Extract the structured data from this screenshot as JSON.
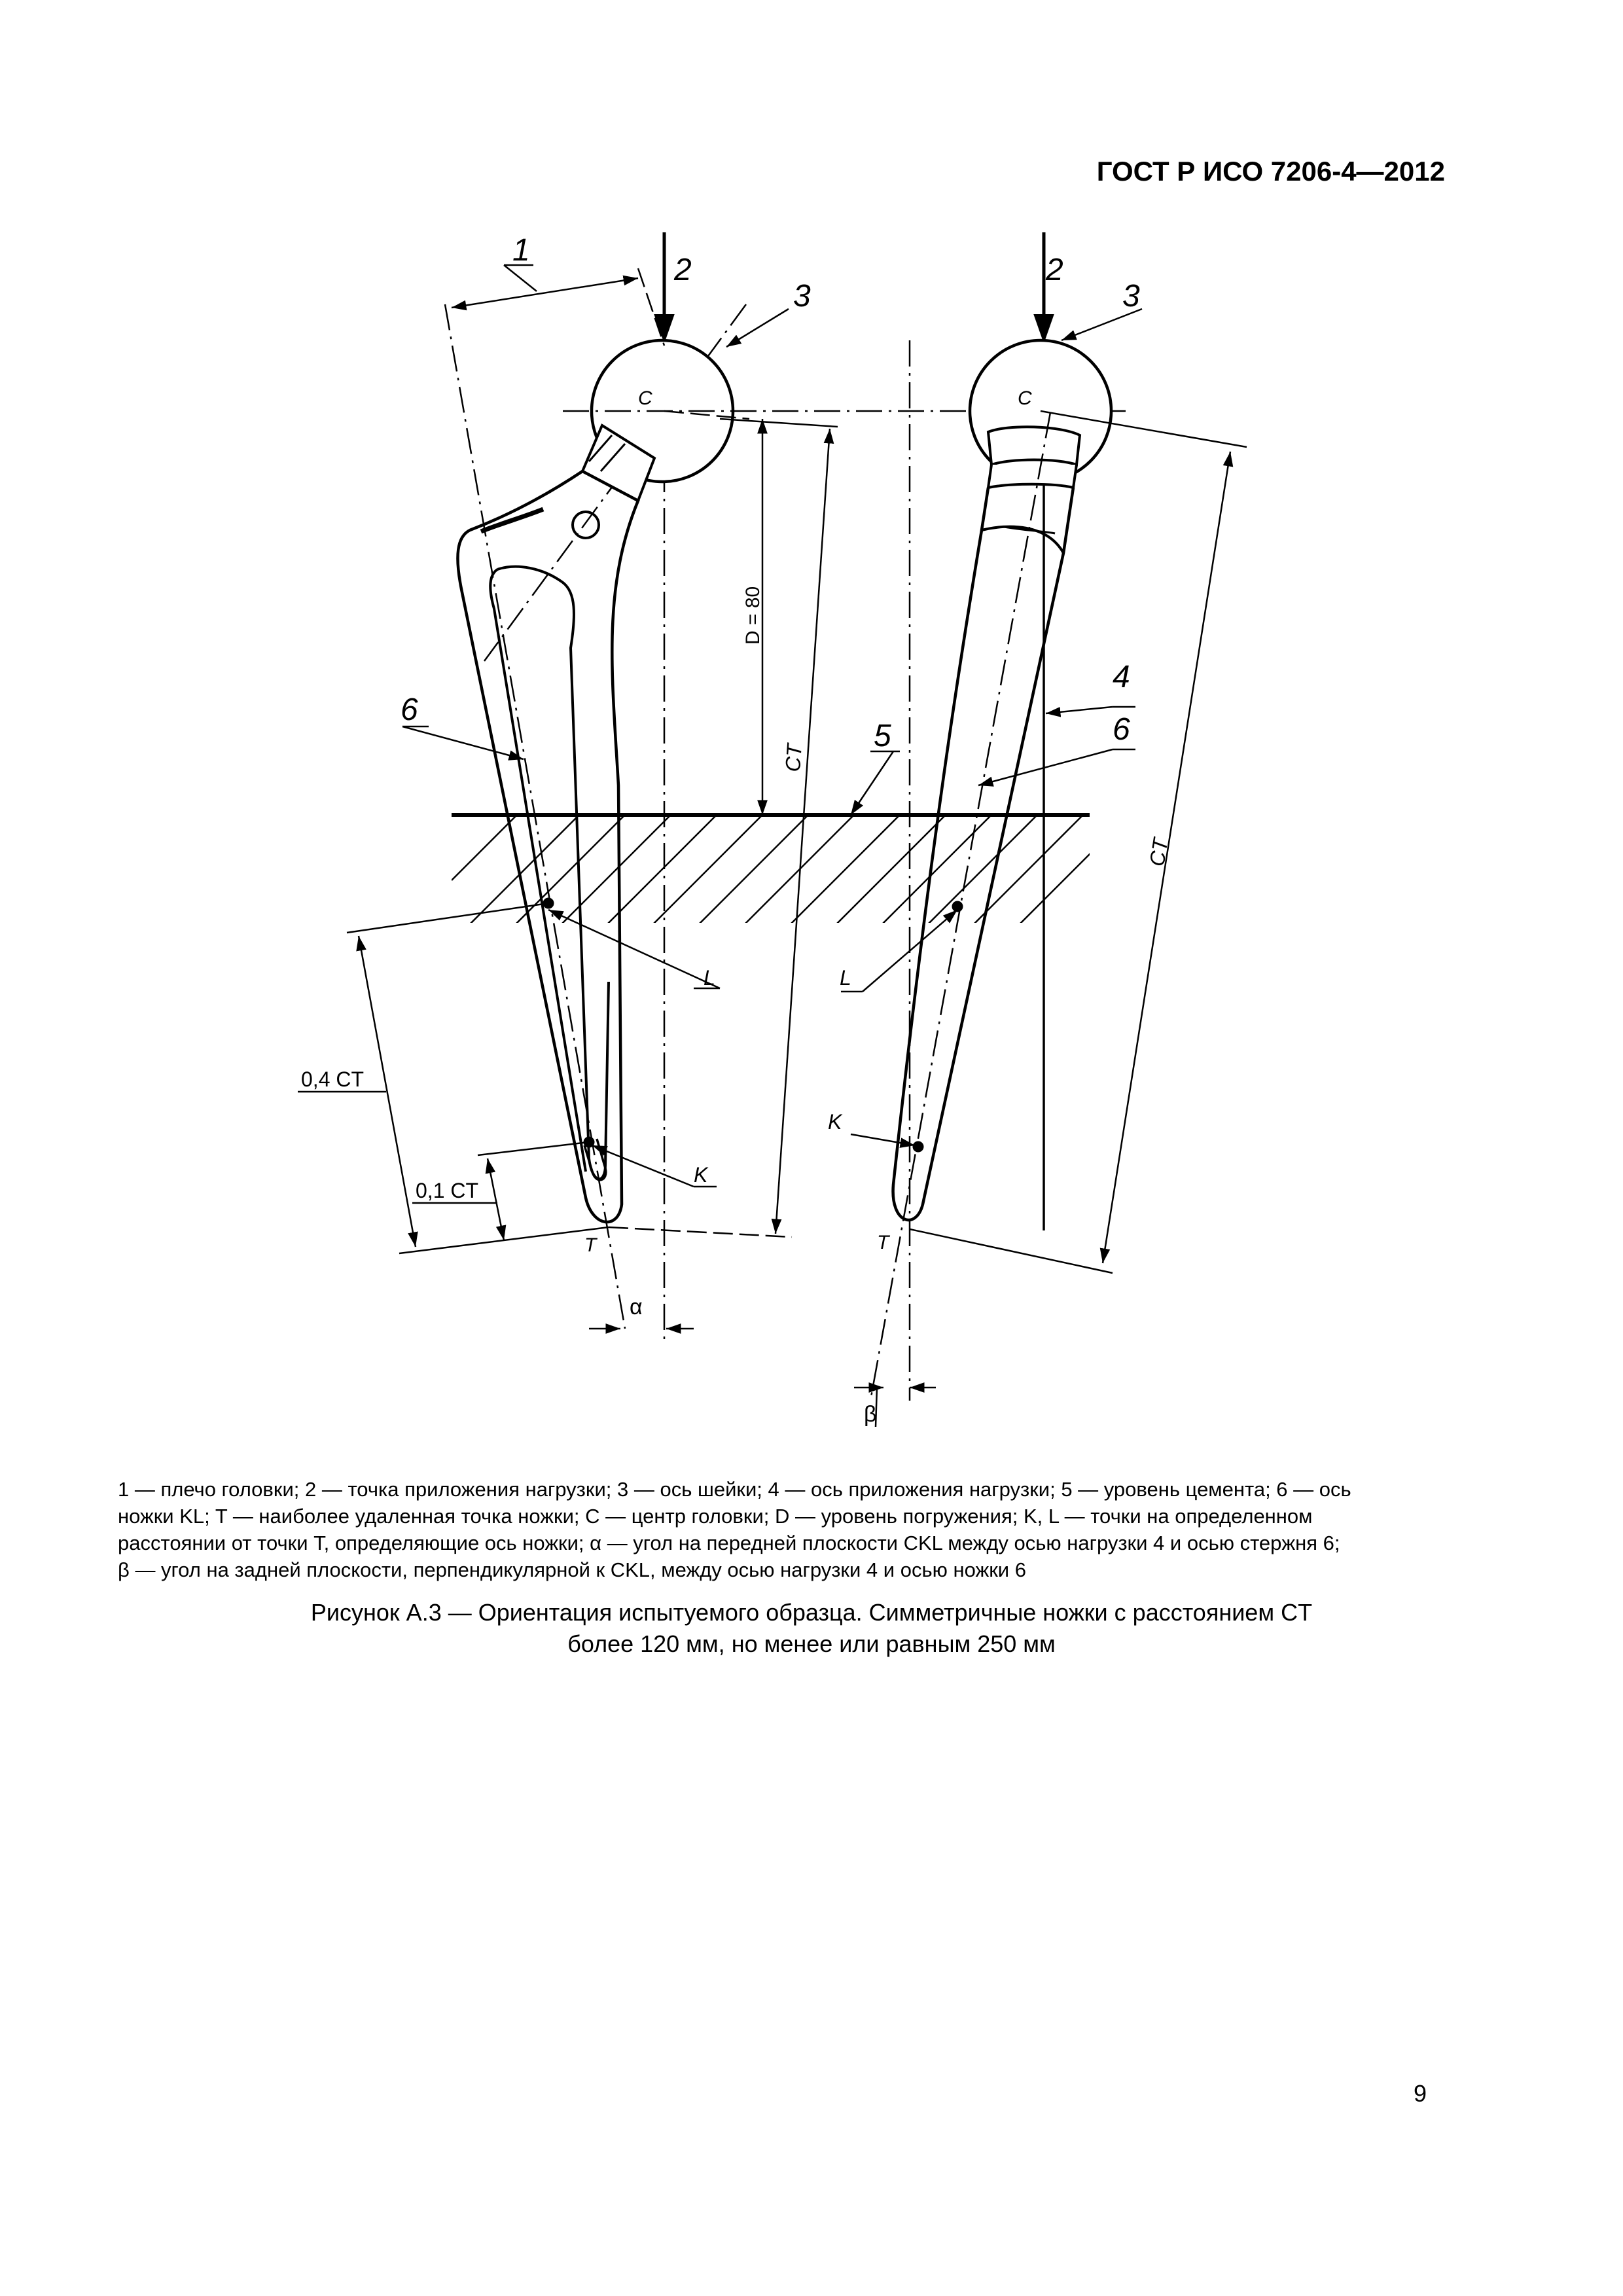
{
  "header": {
    "standard": "ГОСТ Р ИСО 7206-4—2012"
  },
  "figure": {
    "labels": {
      "l1": "1",
      "l2": "2",
      "l3": "3",
      "l4": "4",
      "l5": "5",
      "l6": "6",
      "c": "C",
      "l": "L",
      "k": "K",
      "t": "T",
      "d80": "D = 80",
      "ct": "CT",
      "ct04": "0,4 CT",
      "ct01": "0,1 CT",
      "alpha": "α",
      "beta": "β"
    }
  },
  "legend": {
    "lines": [
      "1 — плечо головки; 2 — точка приложения нагрузки; 3 — ось шейки; 4 — ось приложения нагрузки; 5 — уровень цемента; 6 — ось",
      "ножки KL; T — наиболее удаленная точка ножки; C — центр головки; D — уровень погружения; K, L — точки на определенном",
      "расстоянии от точки T, определяющие ось ножки; α — угол на передней плоскости CKL между осью нагрузки 4 и осью стержня 6;",
      "β — угол на задней плоскости, перпендикулярной к CKL, между осью нагрузки 4 и осью ножки 6"
    ]
  },
  "caption": {
    "line1": "Рисунок А.3 — Ориентация испытуемого образца. Симметричные ножки с расстоянием CT",
    "line2": "более 120 мм, но менее или равным 250 мм"
  },
  "page_number": "9"
}
